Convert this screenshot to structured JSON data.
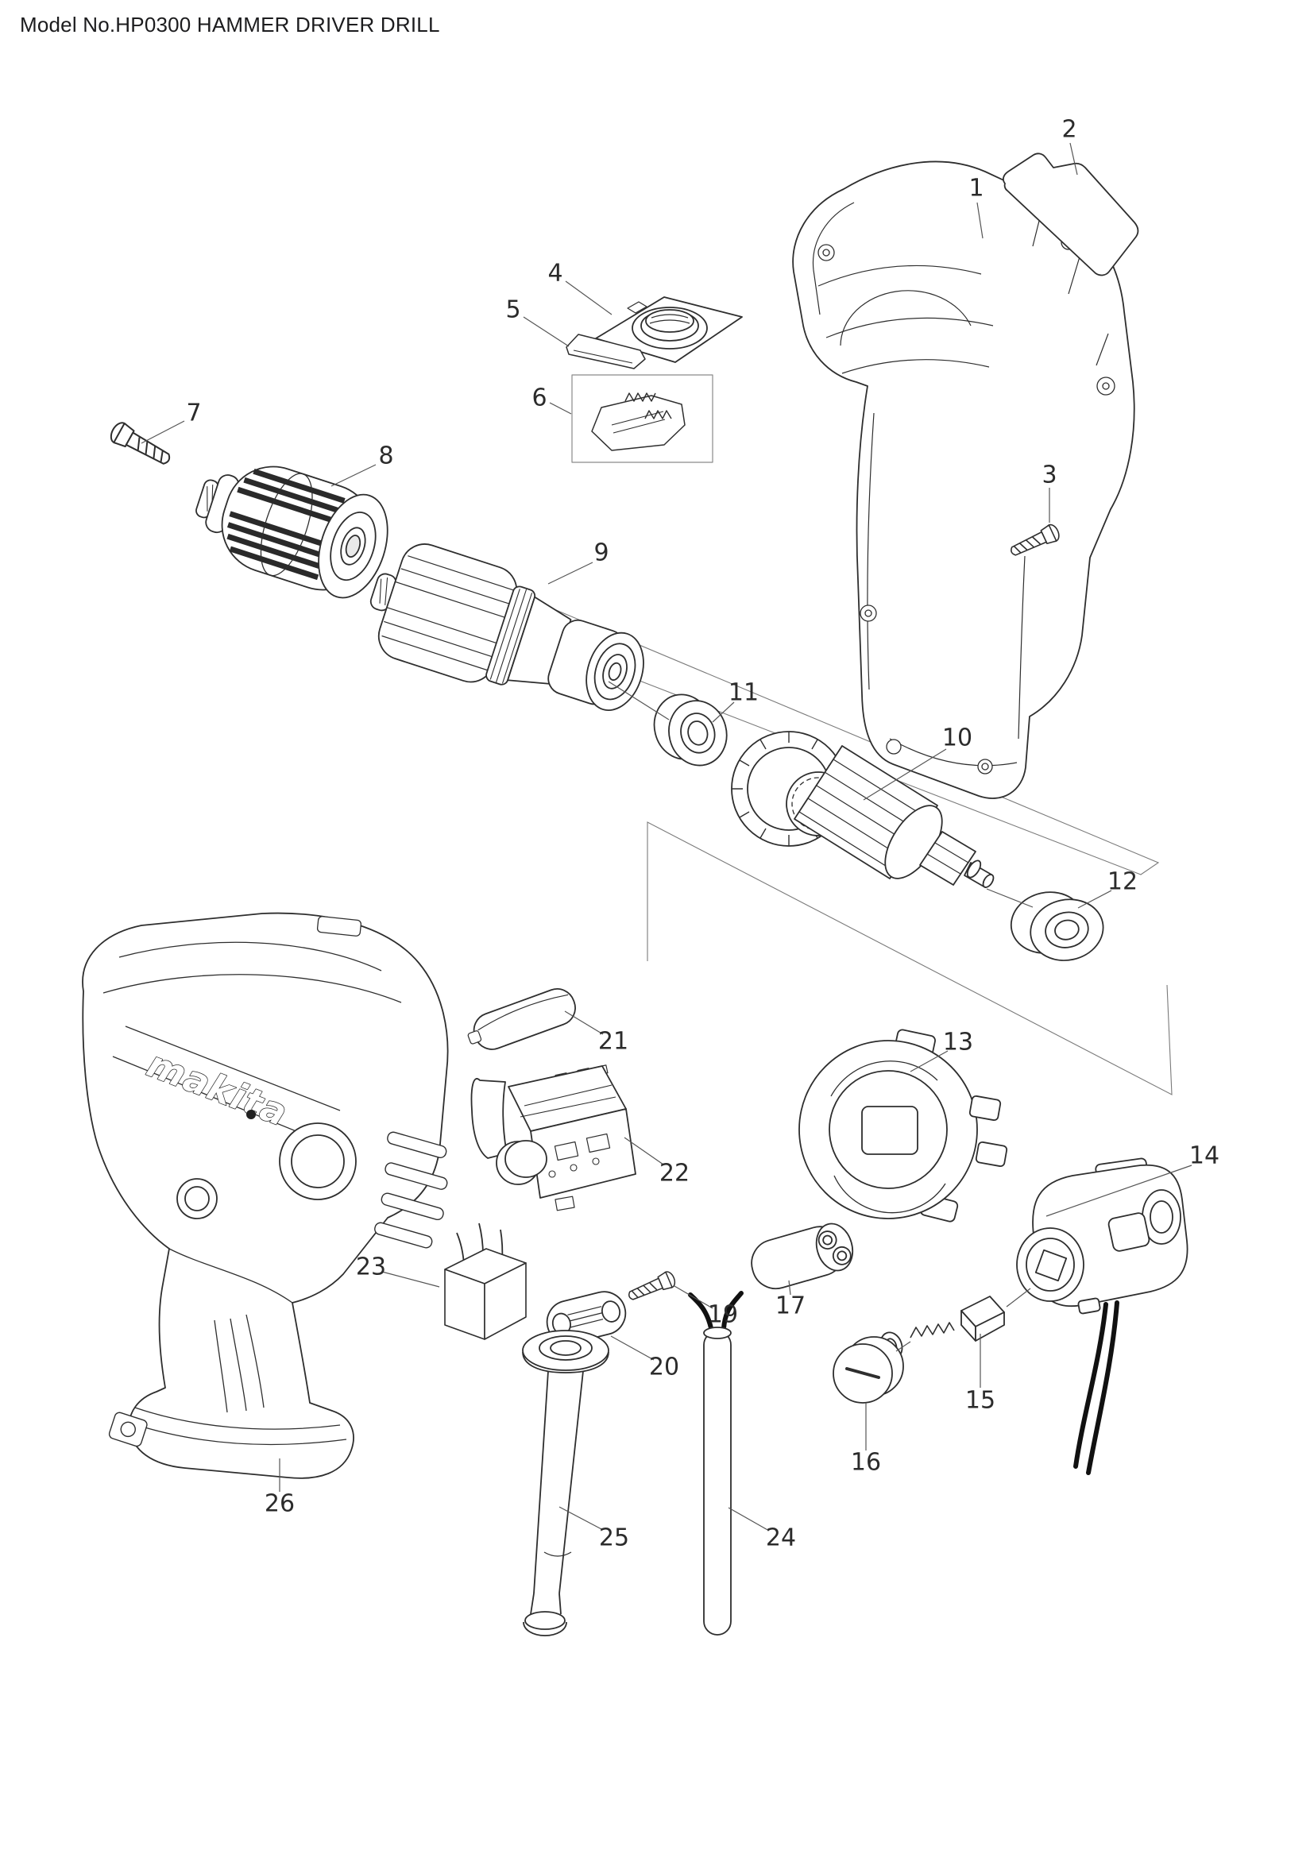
{
  "title": "Model No.HP0300 HAMMER DRIVER DRILL",
  "brand_logo": "makita",
  "labels": {
    "p1": "1",
    "p2": "2",
    "p3": "3",
    "p4": "4",
    "p5": "5",
    "p6": "6",
    "p7": "7",
    "p8": "8",
    "p9": "9",
    "p10": "10",
    "p11": "11",
    "p12": "12",
    "p13": "13",
    "p14": "14",
    "p15": "15",
    "p16": "16",
    "p17": "17",
    "p19": "19",
    "p20": "20",
    "p21": "21",
    "p22": "22",
    "p23": "23",
    "p24": "24",
    "p25": "25",
    "p26": "26"
  }
}
